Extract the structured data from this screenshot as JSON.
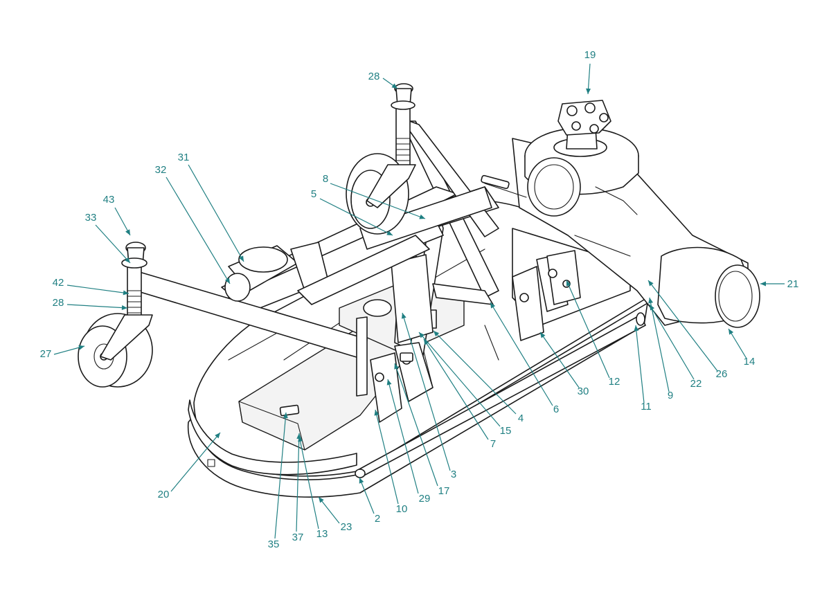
{
  "callout_color": "#1f7f82",
  "line_color": "#1a1a1a",
  "callouts": [
    {
      "label": "19"
    },
    {
      "label": "28"
    },
    {
      "label": "31"
    },
    {
      "label": "32"
    },
    {
      "label": "8"
    },
    {
      "label": "5"
    },
    {
      "label": "43"
    },
    {
      "label": "33"
    },
    {
      "label": "42"
    },
    {
      "label": "28"
    },
    {
      "label": "27"
    },
    {
      "label": "21"
    },
    {
      "label": "14"
    },
    {
      "label": "26"
    },
    {
      "label": "22"
    },
    {
      "label": "9"
    },
    {
      "label": "11"
    },
    {
      "label": "12"
    },
    {
      "label": "30"
    },
    {
      "label": "6"
    },
    {
      "label": "4"
    },
    {
      "label": "15"
    },
    {
      "label": "7"
    },
    {
      "label": "3"
    },
    {
      "label": "17"
    },
    {
      "label": "29"
    },
    {
      "label": "10"
    },
    {
      "label": "2"
    },
    {
      "label": "23"
    },
    {
      "label": "13"
    },
    {
      "label": "37"
    },
    {
      "label": "35"
    },
    {
      "label": "20"
    }
  ]
}
